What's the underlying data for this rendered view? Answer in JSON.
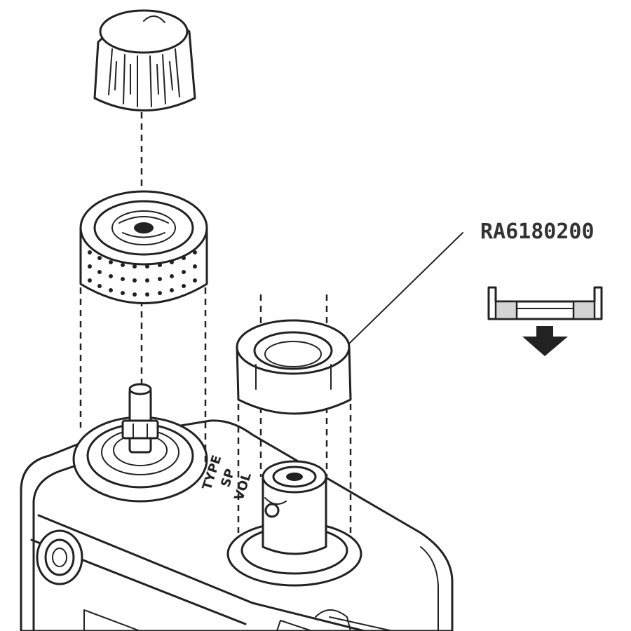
{
  "callout": {
    "part_number": "RA6180200"
  },
  "markings": {
    "line1": "TYPE",
    "line2": "SP",
    "line3": "VOL"
  },
  "icons": {
    "knob": "volume-knob-icon",
    "collar": "knurled-collar-icon",
    "ring": "antenna-ring-icon",
    "section": "ring-cross-section-icon",
    "arrow": "down-arrow-icon"
  },
  "colors": {
    "line": "#222222",
    "fill": "#ffffff",
    "shade": "#d4d4d4"
  }
}
